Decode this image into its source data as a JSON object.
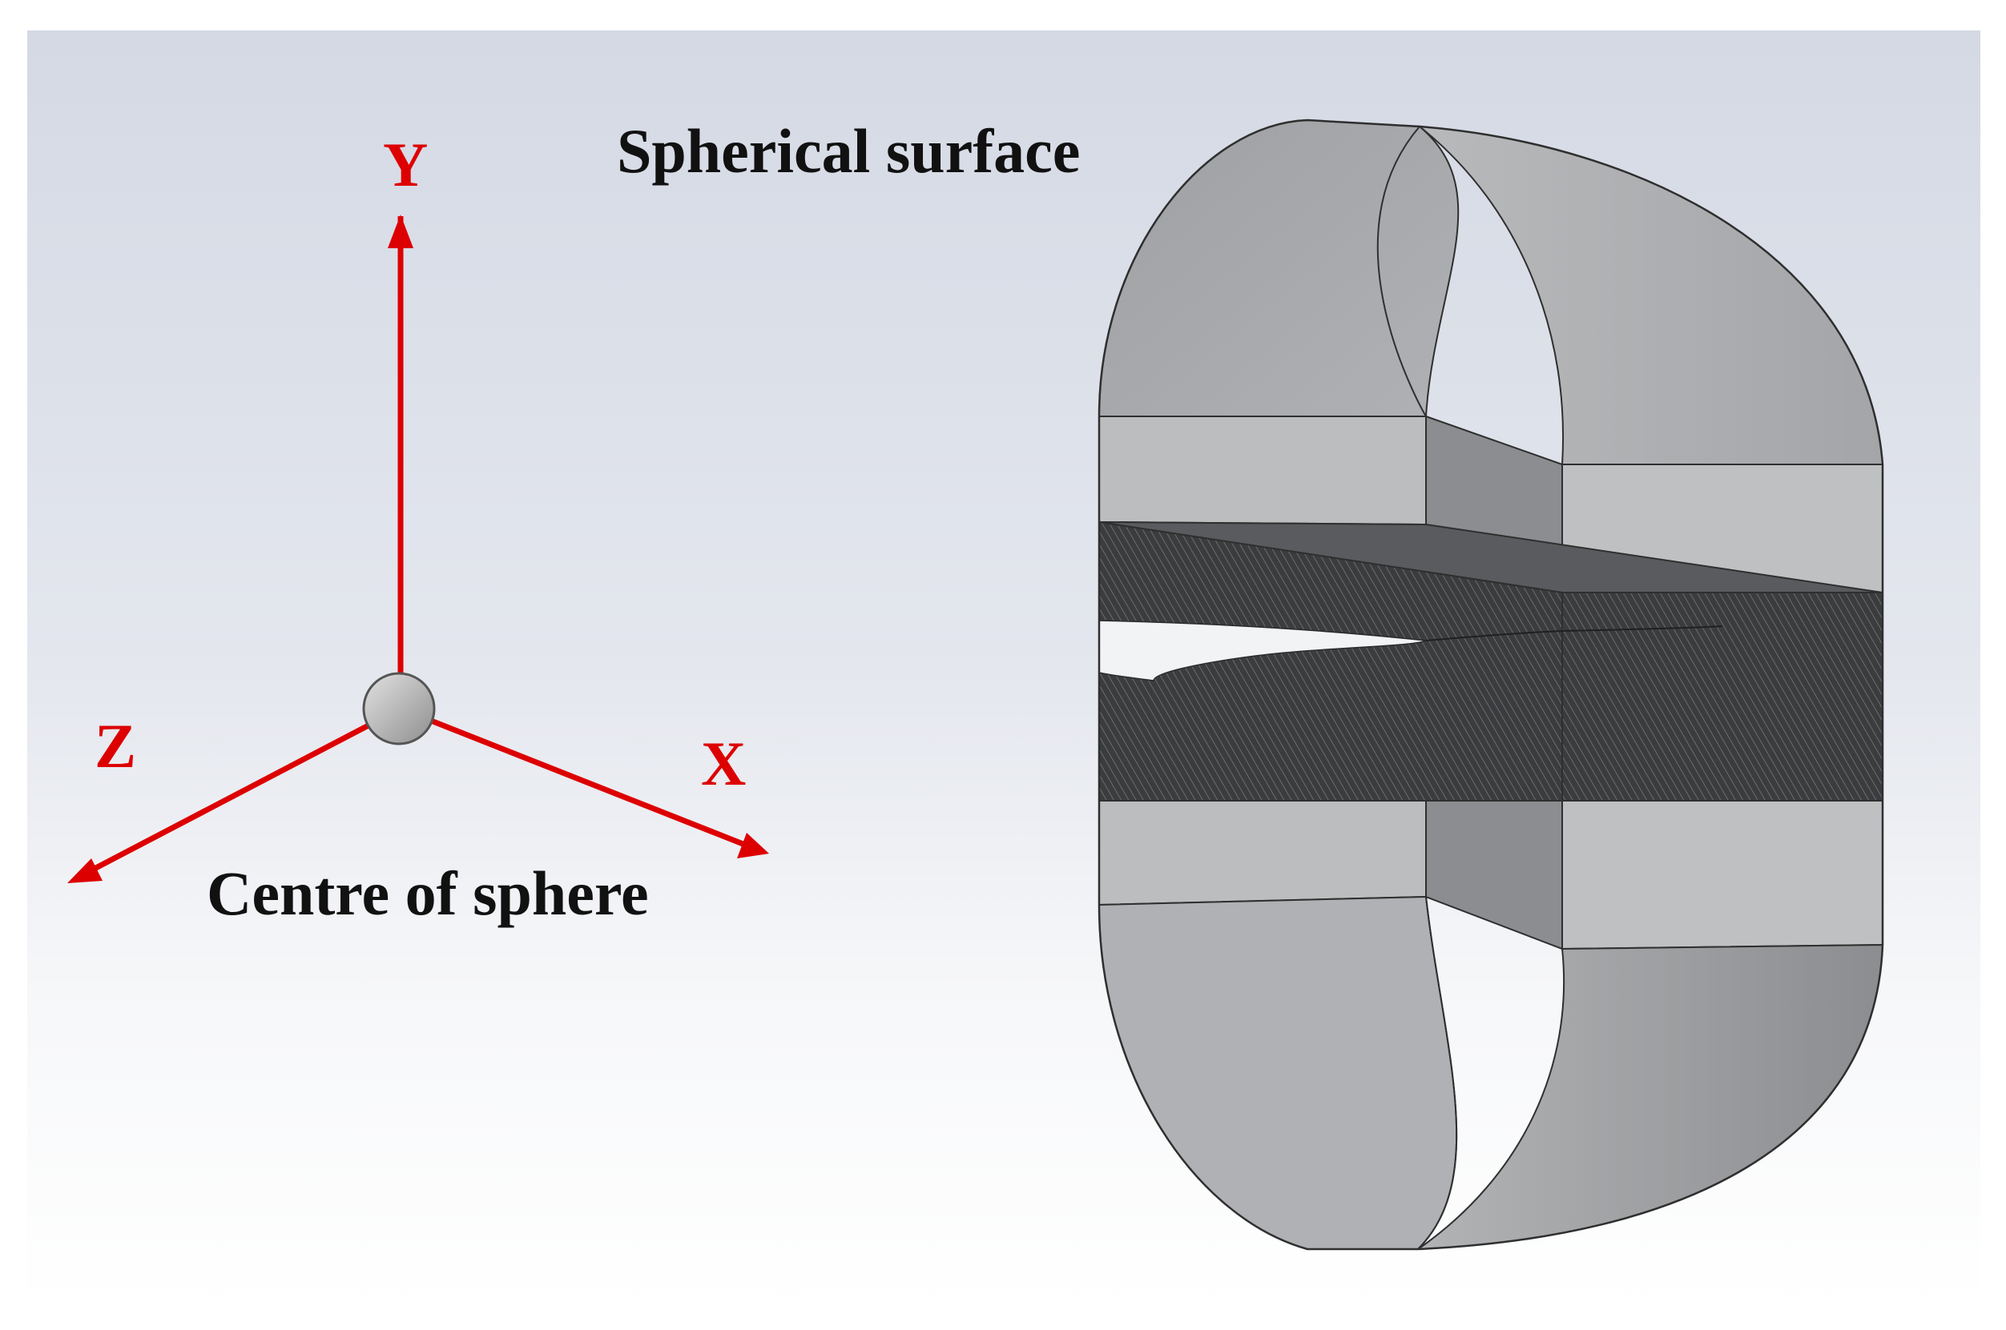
{
  "labels": {
    "spherical_surface": "Spherical surface",
    "centre_of_sphere": "Centre of sphere"
  },
  "axes": {
    "y": "Y",
    "z": "Z",
    "x": "X"
  },
  "colors": {
    "axis": "#dd0000",
    "background_top": "#d6dbe6",
    "background_bottom": "#ffffff",
    "body_light": "#b9b9bb",
    "body_dark": "#8f9093",
    "layer": "#3a3a3c"
  }
}
